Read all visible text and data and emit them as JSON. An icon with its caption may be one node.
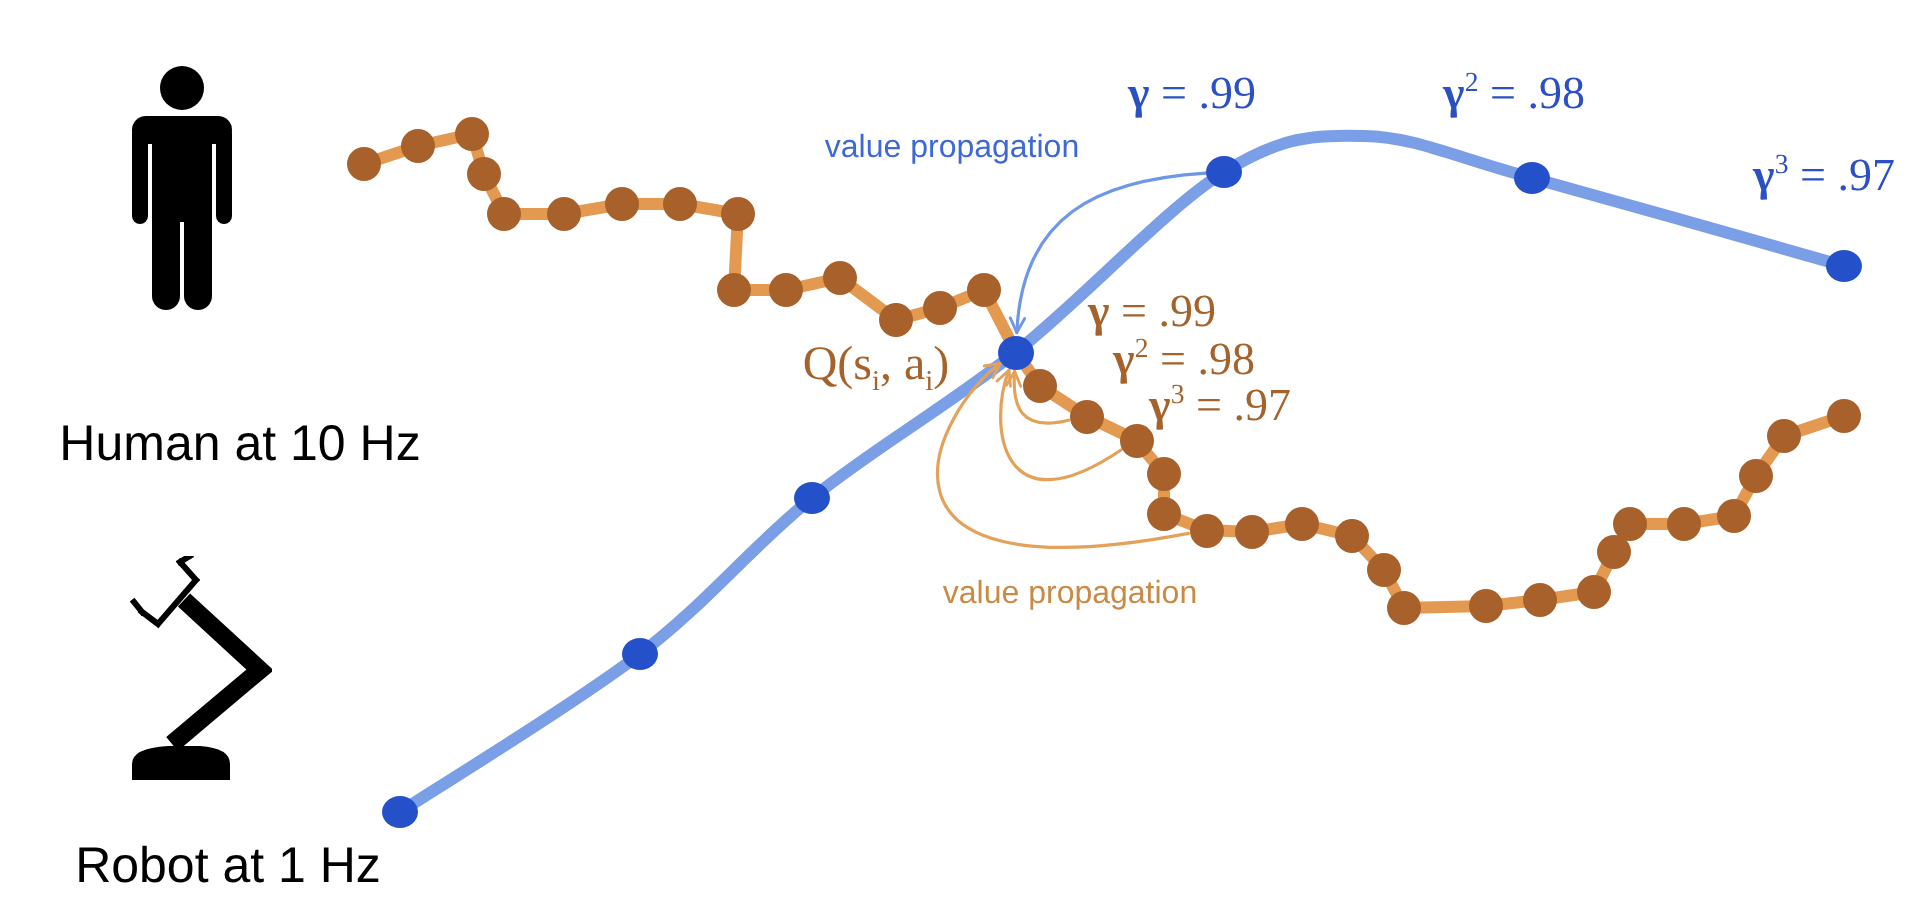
{
  "diagram": {
    "nodes": [
      {
        "text": [],
        "shape": "circle",
        "beside": [
          "**γ** = .99"
        ]
      },
      {
        "text": [],
        "shape": "circle",
        "beside": [
          "**γ**$^{2}$ = .98"
        ]
      },
      {
        "text": [],
        "shape": "circle",
        "beside": [
          "**γ**$^{3}$ = .97"
        ]
      },
      {
        "text": [],
        "shape": "circle",
        "beside": [
          "Q(s$_{i}$, a$_{i}$)"
        ]
      },
      {
        "text": [],
        "shape": "circle"
      },
      {
        "text": [],
        "shape": "circle"
      },
      {
        "text": [],
        "shape": "circle"
      },
      {
        "text": [],
        "shape": "circle"
      },
      {
        "text": [],
        "shape": "circle"
      },
      {
        "text": [],
        "shape": "circle"
      }
    ],
    "edges": [
      {
        "from": 0,
        "to": 3,
        "arrow": "to",
        "color": "#6f97e8"
      },
      {
        "from": 4,
        "to": 3,
        "arrow": "to"
      },
      {
        "from": 5,
        "to": 3,
        "arrow": "to"
      },
      {
        "from": 7,
        "to": 3,
        "arrow": "to"
      }
    ],
    "labels": [
      "value propagation",
      "**γ** = .99",
      "**γ**$^{2}$ = .98",
      "**γ**$^{3}$ = .97",
      "Human at 10 Hz",
      "value propagation",
      "Robot at 1 Hz"
    ]
  }
}
